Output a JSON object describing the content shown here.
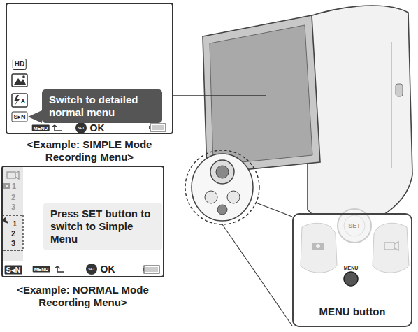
{
  "diagram": {
    "nodes": [
      {
        "text": [
          "<Example: SIMPLE Mode Recording Menu>"
        ]
      },
      {
        "text": [
          "Switch to detailed normal menu"
        ],
        "in": 0
      },
      {
        "text": [
          "<Example: NORMAL Mode Recording Menu>"
        ]
      },
      {
        "text": [
          "Press SET button to switch to Simple Menu"
        ],
        "in": 2
      },
      {
        "text": [
          "MENU button"
        ]
      }
    ],
    "labels": [
      "HD",
      "A",
      "S▸N",
      "MENU",
      "SET",
      "OK",
      "1",
      "2",
      "3",
      "1",
      "2",
      "3",
      "S◂N",
      "MENU",
      "SET",
      "OK",
      "SET",
      "MENU"
    ]
  }
}
